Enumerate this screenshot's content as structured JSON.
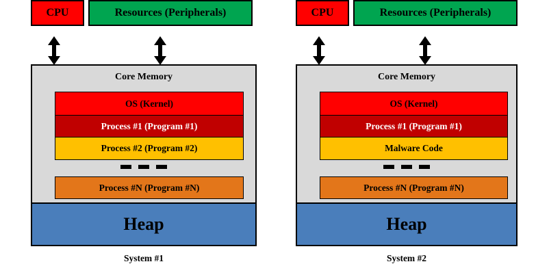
{
  "diagram": {
    "title_absent": true,
    "colors": {
      "cpu": "#FF0000",
      "resources": "#00A550",
      "core_memory": "#D9D9D9",
      "os_kernel": "#FF0000",
      "process_1": "#C00000",
      "third_bar": "#FFC000",
      "process_n": "#E3761A",
      "heap": "#4A7EBB",
      "outline": "#000000",
      "text": "#000000",
      "text_inverse": "#FFFFFF"
    },
    "shared": {
      "cpu_label": "CPU",
      "resources_label": "Resources (Peripherals)",
      "core_memory_label": "Core Memory",
      "os_kernel_label": "OS (Kernel)",
      "process_1_label": "Process #1 (Program #1)",
      "process_n_label": "Process #N (Program #N)",
      "heap_label": "Heap",
      "ellipsis_dashes": [
        "dash",
        "dash",
        "dash"
      ],
      "arrow_cpu_name": "double-headed-arrow-icon",
      "arrow_resources_name": "double-headed-arrow-icon"
    },
    "systems": [
      {
        "caption": "System #1",
        "cpu_label": "CPU",
        "resources_label": "Resources (Peripherals)",
        "core_memory_label": "Core Memory",
        "bars": [
          {
            "label": "OS (Kernel)",
            "color": "#FF0000"
          },
          {
            "label": "Process #1 (Program #1)",
            "color": "#C00000"
          },
          {
            "label": "Process #2 (Program #2)",
            "color": "#FFC000"
          }
        ],
        "process_n_label": "Process #N (Program #N)",
        "heap_label": "Heap"
      },
      {
        "caption": "System #2",
        "cpu_label": "CPU",
        "resources_label": "Resources (Peripherals)",
        "core_memory_label": "Core Memory",
        "bars": [
          {
            "label": "OS (Kernel)",
            "color": "#FF0000"
          },
          {
            "label": "Process #1 (Program #1)",
            "color": "#C00000"
          },
          {
            "label": "Malware Code",
            "color": "#FFC000"
          }
        ],
        "process_n_label": "Process #N (Program #N)",
        "heap_label": "Heap"
      }
    ]
  }
}
